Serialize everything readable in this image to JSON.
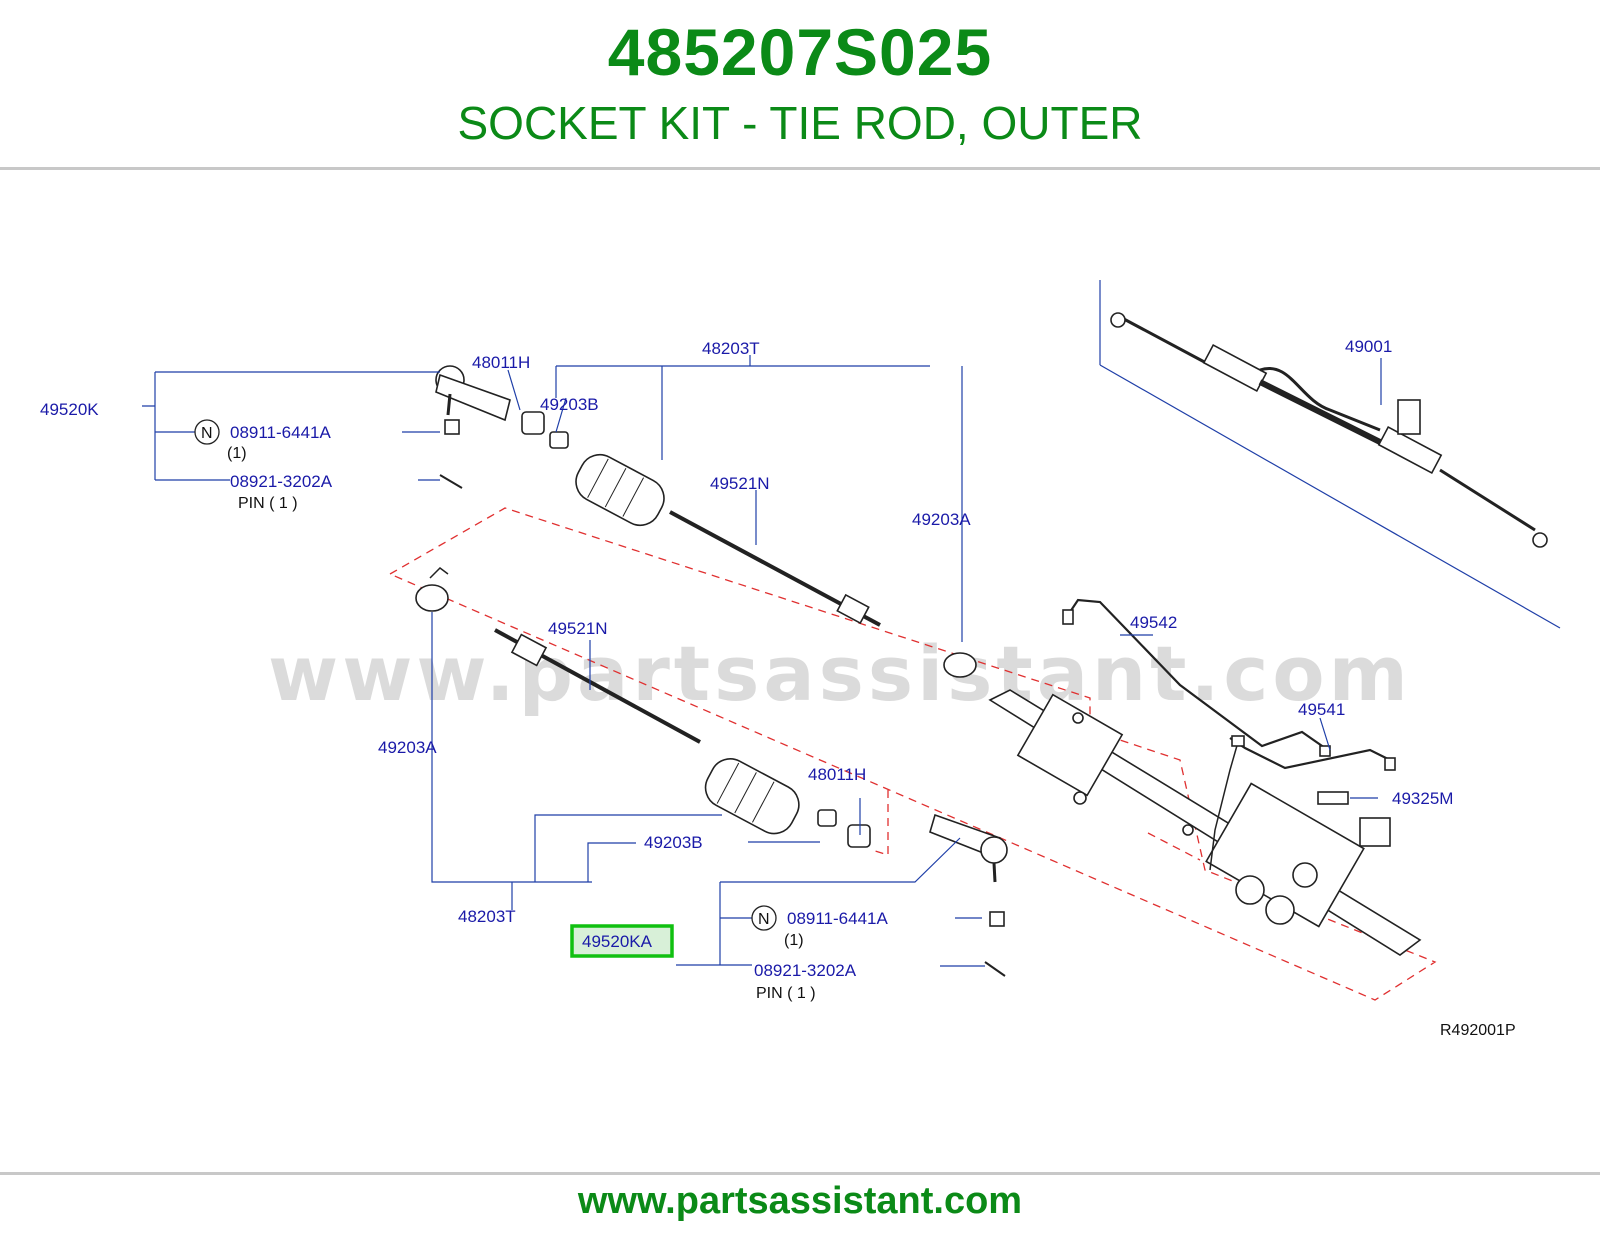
{
  "header": {
    "part_number": "485207S025",
    "part_name": "SOCKET KIT - TIE ROD, OUTER"
  },
  "footer": {
    "url": "www.partsassistant.com"
  },
  "watermark": "www.partsassistant.com",
  "diagram": {
    "code": "R492001P",
    "highlighted_callout": "49520KA",
    "highlight_color": "#10c010",
    "callouts": {
      "c_49520K": "49520K",
      "c_48011H_top": "48011H",
      "c_49203B_top": "49203B",
      "c_48203T_top": "48203T",
      "c_08911_top": "08911-6441A",
      "c_qty1_top": "(1)",
      "c_08921_top": "08921-3202A",
      "c_pin_top": "PIN  ( 1 )",
      "c_49521N_top": "49521N",
      "c_49203A_right": "49203A",
      "c_49001": "49001",
      "c_49542": "49542",
      "c_49541": "49541",
      "c_49325M": "49325M",
      "c_49521N_low": "49521N",
      "c_49203A_left": "49203A",
      "c_48011H_low": "48011H",
      "c_49203B_low": "49203B",
      "c_48203T_low": "48203T",
      "c_49520KA": "49520KA",
      "c_08911_low": "08911-6441A",
      "c_qty1_low": "(1)",
      "c_08921_low": "08921-3202A",
      "c_pin_low": "PIN  ( 1 )",
      "n_symbol": "N"
    }
  }
}
